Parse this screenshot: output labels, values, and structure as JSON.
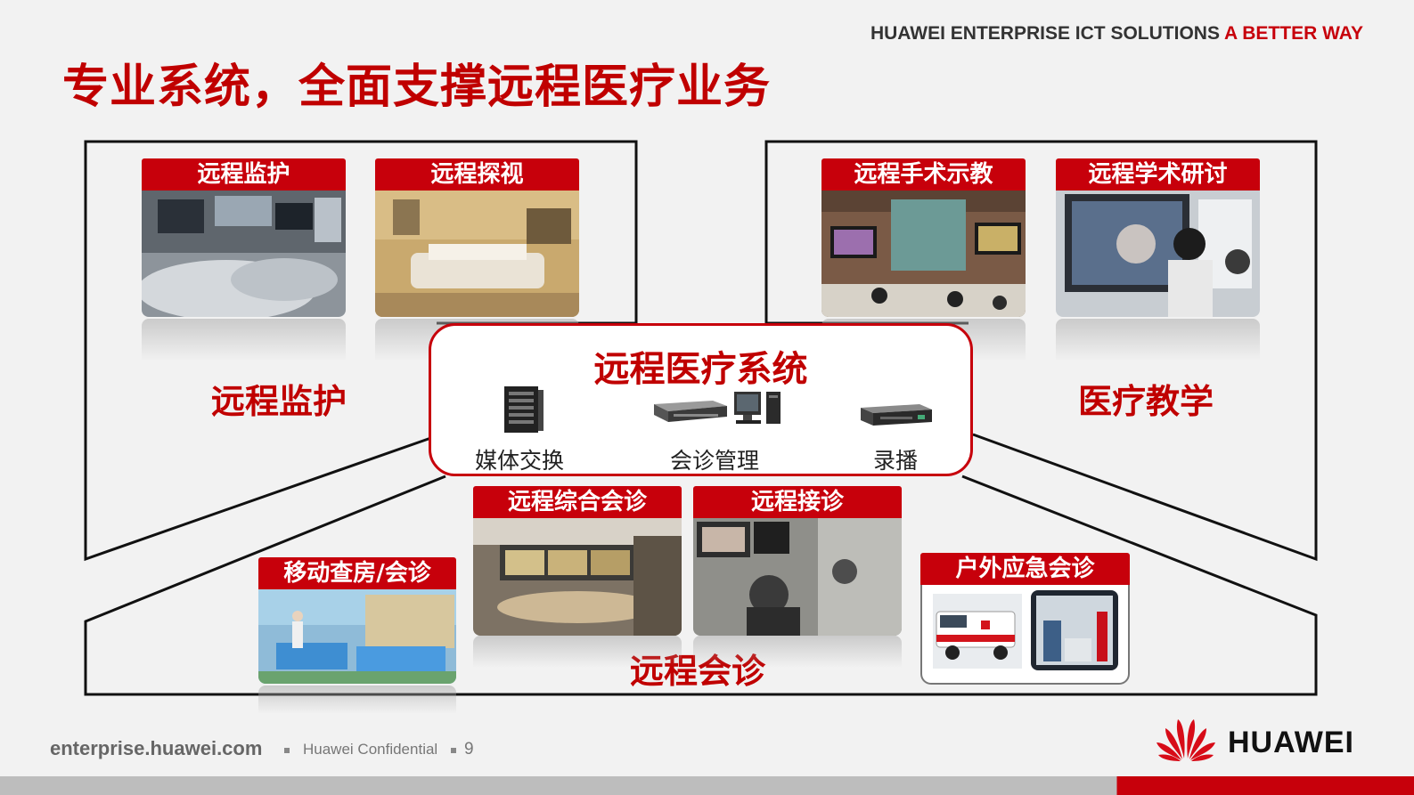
{
  "header": {
    "tagline_main": "HUAWEI ENTERPRISE ICT SOLUTIONS",
    "tagline_accent": "A BETTER WAY",
    "title": "专业系统，全面支撑远程医疗业务"
  },
  "sections": {
    "monitoring_label": "远程监护",
    "teaching_label": "医疗教学",
    "consultation_label": "远程会诊"
  },
  "cards": {
    "remote_monitoring": "远程监护",
    "remote_visit": "远程探视",
    "surgery_demo": "远程手术示教",
    "academic_seminar": "远程学术研讨",
    "mobile_rounds": "移动查房/会诊",
    "integrated_consult": "远程综合会诊",
    "remote_reception": "远程接诊",
    "outdoor_emergency": "户外应急会诊"
  },
  "center_system": {
    "title": "远程医疗系统",
    "components": [
      "媒体交换",
      "会诊管理",
      "录播"
    ]
  },
  "footer": {
    "url": "enterprise.huawei.com",
    "confidential": "Huawei Confidential",
    "page_number": "9",
    "brand": "HUAWEI"
  },
  "colors": {
    "brand_red": "#c7000b",
    "title_red": "#c00000"
  }
}
